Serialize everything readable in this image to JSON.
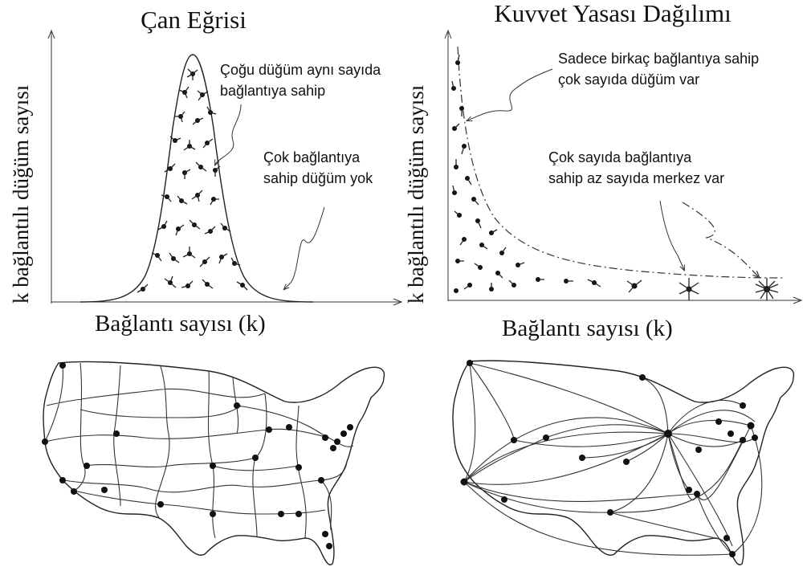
{
  "left_panel": {
    "title": "Çan Eğrisi",
    "xlabel": "Bağlantı sayısı (k)",
    "ylabel": "k bağlantılı düğüm sayısı",
    "note_peak_line1": "Çoğu düğüm aynı sayıda",
    "note_peak_line2": "bağlantıya sahip",
    "note_tail_line1": "Çok bağlantıya",
    "note_tail_line2": "sahip düğüm yok"
  },
  "right_panel": {
    "title": "Kuvvet Yasası Dağılımı",
    "xlabel": "Bağlantı sayısı (k)",
    "ylabel": "k bağlantılı düğüm sayısı",
    "note_head_line1": "Sadece birkaç bağlantıya sahip",
    "note_head_line2": "çok sayıda düğüm var",
    "note_tail_line1": "Çok sayıda bağlantıya",
    "note_tail_line2": "sahip az sayıda merkez var"
  },
  "chart_data": [
    {
      "type": "area",
      "title": "Çan Eğrisi",
      "xlabel": "Bağlantı sayısı (k)",
      "ylabel": "k bağlantılı düğüm sayısı",
      "shape": "bell curve",
      "grid": false
    },
    {
      "type": "area",
      "title": "Kuvvet Yasası Dağılımı",
      "xlabel": "Bağlantı sayısı (k)",
      "ylabel": "k bağlantılı düğüm sayısı",
      "shape": "power law",
      "grid": false
    }
  ],
  "maps": [
    {
      "description_key": "random-network-map",
      "kind": "road-like uniform network"
    },
    {
      "description_key": "scale-free-network-map",
      "kind": "airline-like hub network"
    }
  ]
}
